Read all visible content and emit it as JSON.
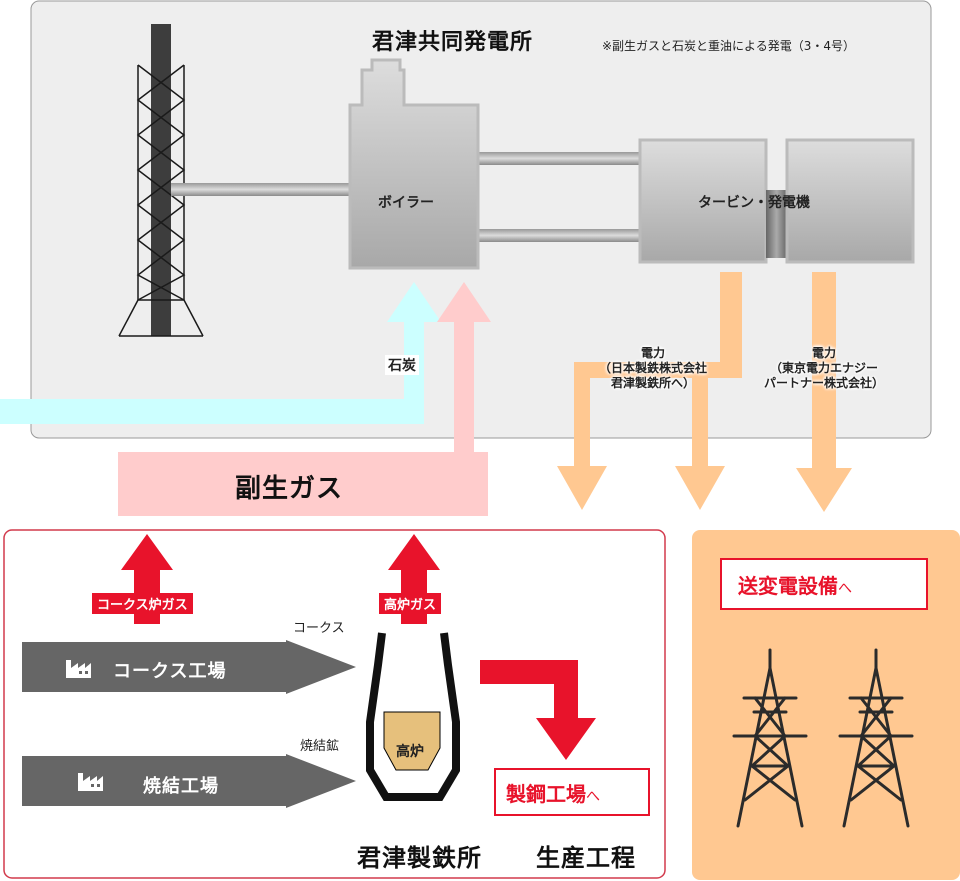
{
  "power_plant": {
    "title": "君津共同発電所",
    "note": "※副生ガスと石炭と重油による発電（3・4号）",
    "boiler_label": "ボイラー",
    "turbine_label": "タービン・発電機",
    "coal_label": "石炭",
    "power_to_steel": [
      "電力",
      "（日本製鉄株式会社",
      "君津製鉄所へ）"
    ],
    "power_to_tepco": [
      "電力",
      "（東京電力エナジー",
      "パートナー株式会社）"
    ]
  },
  "byproduct_gas_label": "副生ガス",
  "steelworks": {
    "coke_oven_gas_label": "コークス炉ガス",
    "blast_furnace_gas_label": "高炉ガス",
    "coke_plant_label": "コークス工場",
    "sinter_plant_label": "焼結工場",
    "coke_label": "コークス",
    "sinter_ore_label": "焼結鉱",
    "blast_furnace_label": "高炉",
    "steelmaking": {
      "main": "製鋼工場",
      "suffix": "へ"
    },
    "works_name": "君津製鉄所",
    "process_label": "生産工程"
  },
  "transmission": {
    "main": "送変電設備",
    "suffix": "へ"
  },
  "colors": {
    "coal_flow": "#ccffff",
    "gas_flow": "#ffcccc",
    "power_flow": "#ffc891",
    "red_accent": "#e8132b",
    "factory_arrow": "#666666",
    "plant_background": "#eeeeee",
    "transmission_background": "#ffc891"
  },
  "icons": [
    "factory-icon",
    "transmission-tower-icon",
    "smokestack-icon"
  ]
}
